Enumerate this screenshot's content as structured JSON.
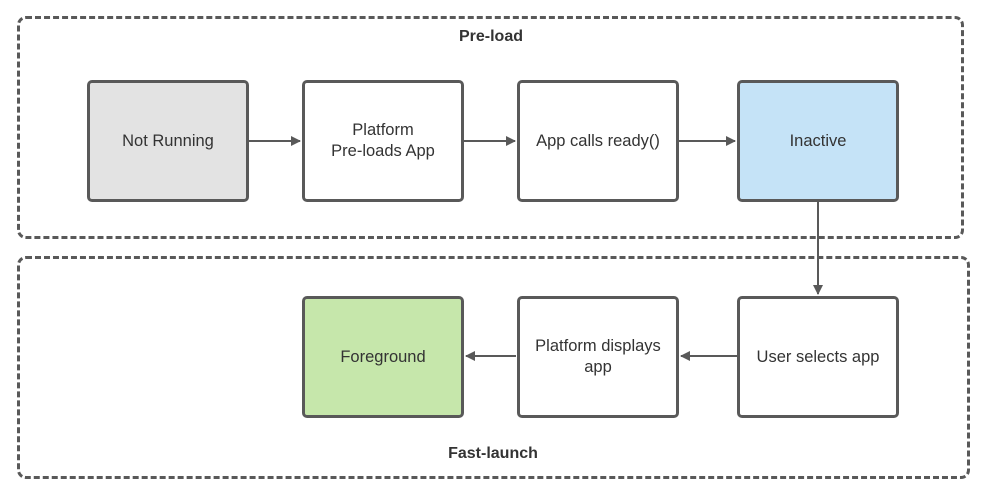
{
  "groups": {
    "preload": {
      "label": "Pre-load"
    },
    "fastlaunch": {
      "label": "Fast-launch"
    }
  },
  "nodes": {
    "not_running": {
      "lines": [
        "Not Running"
      ],
      "fill": "#e3e3e3"
    },
    "platform_preloads": {
      "lines": [
        "Platform",
        "Pre-loads App"
      ],
      "fill": "#ffffff"
    },
    "app_calls_ready": {
      "lines": [
        "App calls ready()"
      ],
      "fill": "#ffffff"
    },
    "inactive": {
      "lines": [
        "Inactive"
      ],
      "fill": "#c5e3f7"
    },
    "user_selects": {
      "lines": [
        "User selects app"
      ],
      "fill": "#ffffff"
    },
    "platform_displays": {
      "lines": [
        "Platform displays",
        "app"
      ],
      "fill": "#ffffff"
    },
    "foreground": {
      "lines": [
        "Foreground"
      ],
      "fill": "#c6e7ab"
    }
  },
  "colors": {
    "stroke": "#595959",
    "text": "#333333"
  }
}
